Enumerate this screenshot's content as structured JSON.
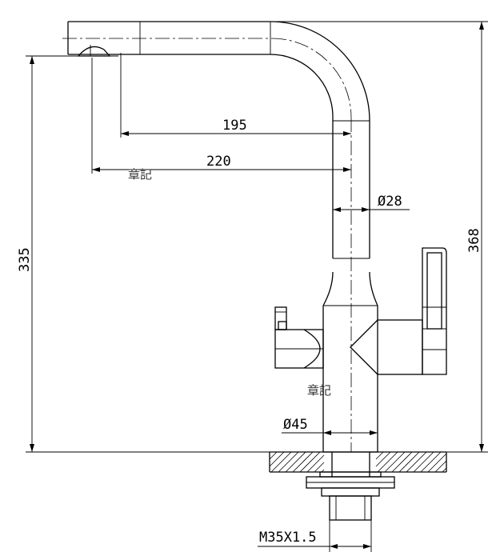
{
  "dimensions": {
    "spout_reach": "195",
    "total_reach": "220",
    "upper_tube_diameter": "Ø28",
    "body_diameter": "Ø45",
    "spout_height": "335",
    "total_height": "368",
    "thread": "M35X1.5"
  },
  "watermarks": {
    "upper": "章記",
    "lower": "章記"
  }
}
